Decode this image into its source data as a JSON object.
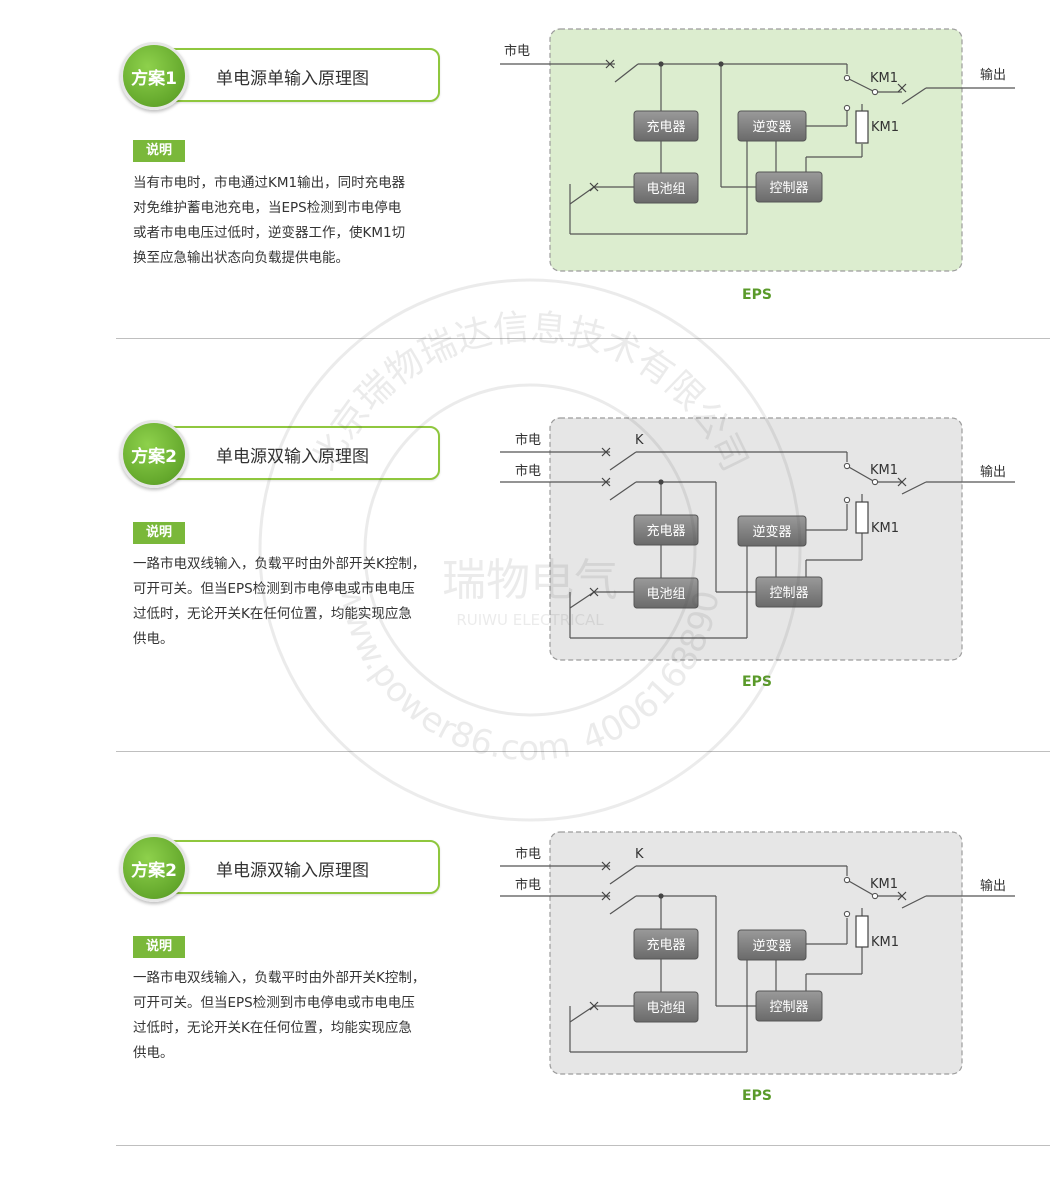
{
  "sections": [
    {
      "badge": "方案1",
      "title": "单电源单输入原理图",
      "tag": "说明",
      "desc": [
        "当有市电时，市电通过KM1输出，同时充电器",
        "对免维护蓄电池充电，当EPS检测到市电停电",
        "或者市电电压过低时，逆变器工作，使KM1切",
        "换至应急输出状态向负载提供电能。"
      ],
      "diagram": {
        "input_label": "市电",
        "output_label": "输出",
        "km1_switch": "KM1",
        "km1_coil": "KM1",
        "boxes": {
          "charger": "充电器",
          "inverter": "逆变器",
          "battery": "电池组",
          "controller": "控制器"
        },
        "caption": "EPS",
        "bg_color": "#dcedcf"
      }
    },
    {
      "badge": "方案2",
      "title": "单电源双输入原理图",
      "tag": "说明",
      "desc": [
        "一路市电双线输入，负载平时由外部开关K控制，",
        "可开可关。但当EPS检测到市电停电或市电电压",
        "过低时，无论开关K在任何位置，均能实现应急",
        "供电。"
      ],
      "diagram": {
        "input_label_1": "市电",
        "input_label_2": "市电",
        "k_label": "K",
        "output_label": "输出",
        "km1_switch": "KM1",
        "km1_coil": "KM1",
        "boxes": {
          "charger": "充电器",
          "inverter": "逆变器",
          "battery": "电池组",
          "controller": "控制器"
        },
        "caption": "EPS",
        "bg_color": "#e6e6e6"
      }
    },
    {
      "badge": "方案2",
      "title": "单电源双输入原理图",
      "tag": "说明",
      "desc": [
        "一路市电双线输入，负载平时由外部开关K控制，",
        "可开可关。但当EPS检测到市电停电或市电电压",
        "过低时，无论开关K在任何位置，均能实现应急",
        "供电。"
      ],
      "diagram": {
        "input_label_1": "市电",
        "input_label_2": "市电",
        "k_label": "K",
        "output_label": "输出",
        "km1_switch": "KM1",
        "km1_coil": "KM1",
        "boxes": {
          "charger": "充电器",
          "inverter": "逆变器",
          "battery": "电池组",
          "controller": "控制器"
        },
        "caption": "EPS",
        "bg_color": "#e6e6e6"
      }
    }
  ],
  "watermark": {
    "ring_text": "北京瑞物瑞达信息技术有限公司",
    "brand": "瑞物电气",
    "brand_en": "RUIWU ELECTRICAL",
    "url": "www.power86.com",
    "phone": "4006168890"
  }
}
